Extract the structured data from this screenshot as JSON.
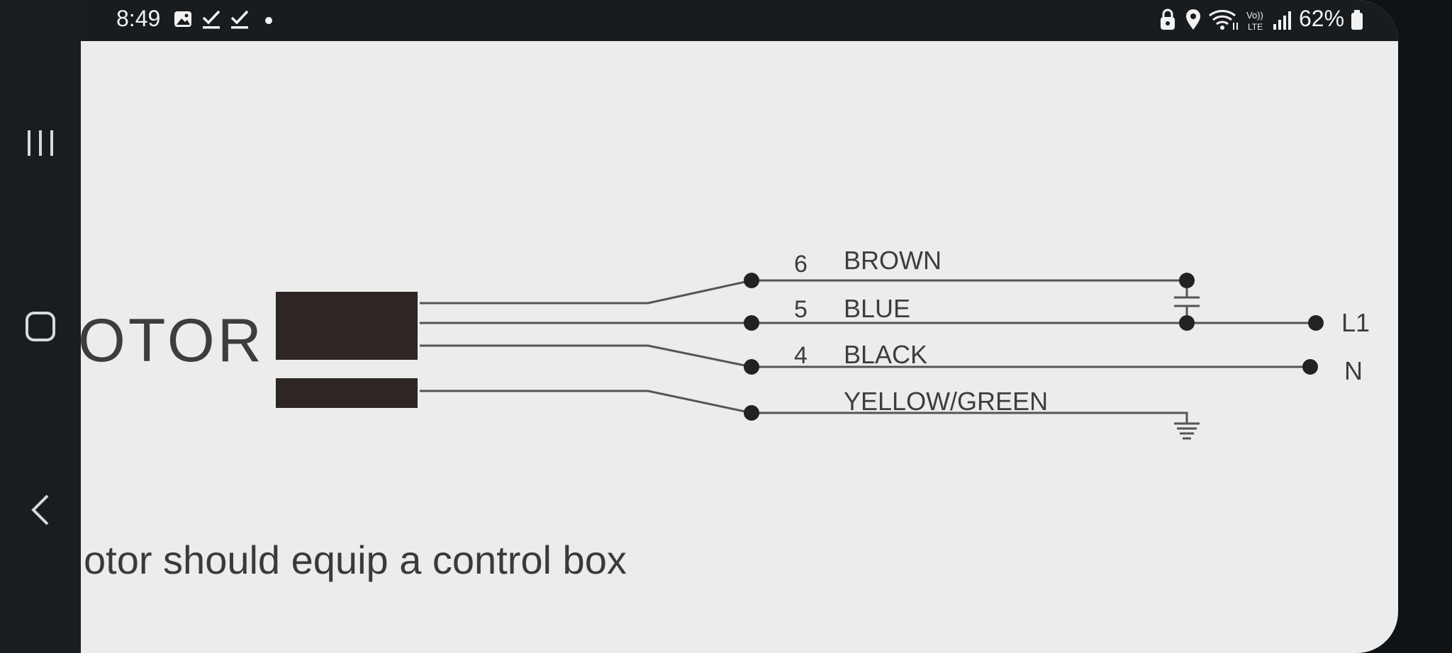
{
  "status_bar": {
    "time": "8:49",
    "battery_percent": "62%",
    "left_icons": [
      "gallery-icon",
      "check-icon",
      "check-icon",
      "dot-icon"
    ],
    "right_icons": [
      "lock-icon",
      "location-icon",
      "wifi-icon",
      "volte-icon",
      "signal-icon",
      "battery-icon"
    ],
    "volte_label": "Vo)) LTE"
  },
  "nav_bar": {
    "buttons": [
      "recents-icon",
      "home-icon",
      "back-icon"
    ]
  },
  "diagram": {
    "motor_label": "OTOR",
    "wires": [
      {
        "number": "6",
        "color_name": "BROWN"
      },
      {
        "number": "5",
        "color_name": "BLUE"
      },
      {
        "number": "4",
        "color_name": "BLACK"
      },
      {
        "number": "",
        "color_name": "YELLOW/GREEN"
      }
    ],
    "terminal_l1": "L1",
    "terminal_n": "N",
    "caption": "otor should  equip a control box"
  },
  "colors": {
    "diagram_background": "#ececec",
    "ink": "#3a3a3a",
    "motor_block": "#2e2624",
    "status_bar": "#191c1f",
    "nav_bar": "#1a1d20"
  }
}
